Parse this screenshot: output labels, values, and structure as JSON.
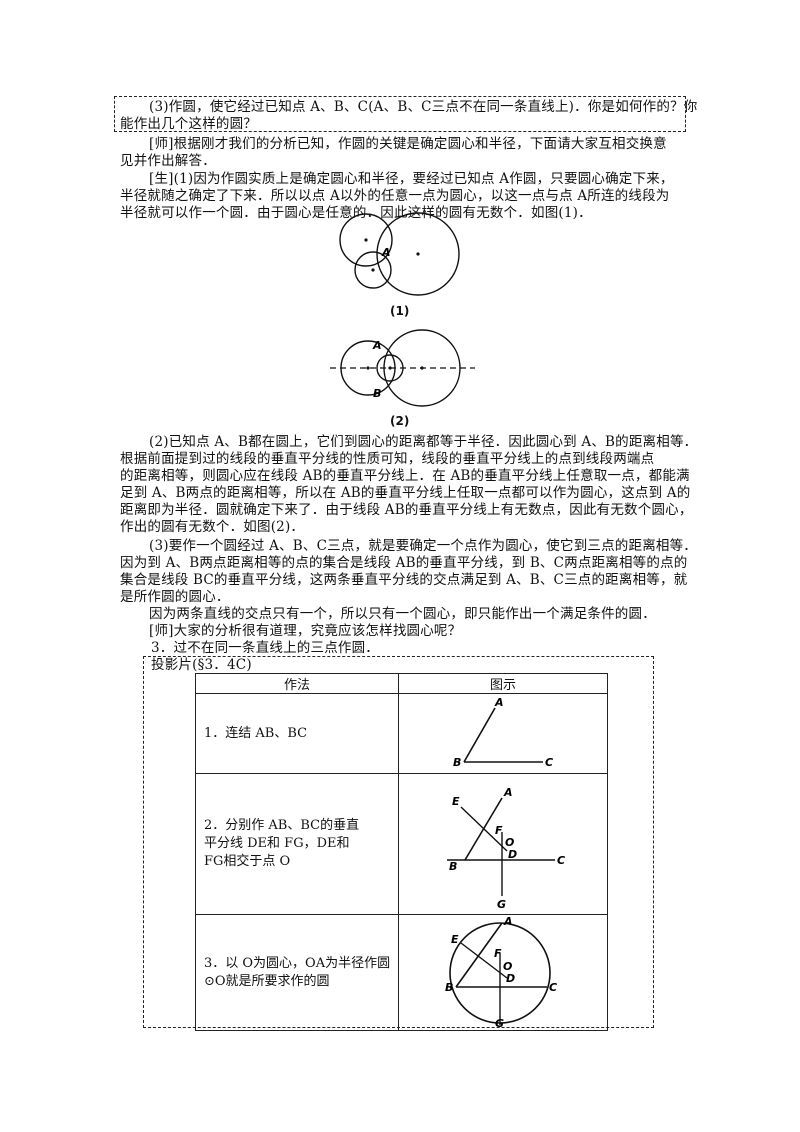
{
  "paragraphs": {
    "q3_line1": "(3)作圆，使它经过已知点 A、B、C(A、B、C三点不在同一条直线上)．你是如何作的？你",
    "q3_line2": "能作出几个这样的圆？",
    "teacher1_line1": "[师]根据刚才我们的分析已知，作圆的关键是确定圆心和半径，下面请大家互相交换意",
    "teacher1_line2": "见并作出解答．",
    "student_line1": "[生](1)因为作圆实质上是确定圆心和半径，要经过已知点 A作圆，只要圆心确定下来，",
    "student_line2": "半径就随之确定了下来．所以以点 A以外的任意一点为圆心，以这一点与点 A所连的线段为",
    "student_line3": "半径就可以作一个圆．由于圆心是任意的．因此这样的圆有无数个．如图(1)．",
    "ans2_line1": "(2)已知点 A、B都在圆上，它们到圆心的距离都等于半径．因此圆心到 A、B的距离相等．",
    "ans2_line2": "根据前面提到过的线段的垂直平分线的性质可知，线段的垂直平分线上的点到线段两端点",
    "ans2_line3": "的距离相等，则圆心应在线段 AB的垂直平分线上．在 AB的垂直平分线上任意取一点，都能满",
    "ans2_line4": "足到 A、B两点的距离相等，所以在 AB的垂直平分线上任取一点都可以作为圆心，这点到 A的",
    "ans2_line5": "距离即为半径．圆就确定下来了．由于线段 AB的垂直平分线上有无数点，因此有无数个圆心，",
    "ans2_line6": "作出的圆有无数个．如图(2)．",
    "ans3_line1": "(3)要作一个圆经过 A、B、C三点，就是要确定一个点作为圆心，使它到三点的距离相等．",
    "ans3_line2": "因为到 A、B两点距离相等的点的集合是线段 AB的垂直平分线，到 B、C两点距离相等的点的",
    "ans3_line3": "集合是线段 BC的垂直平分线，这两条垂直平分线的交点满足到 A、B、C三点的距离相等，就",
    "ans3_line4": "是所作圆的圆心．",
    "ans3_line5": "因为两条直线的交点只有一个，所以只有一个圆心，即只能作出一个满足条件的圆．",
    "teacher2": "[师]大家的分析很有道理，究竟应该怎样找圆心呢？",
    "section3": "3．过不在同一条直线上的三点作圆．",
    "projection": "投影片(§3．4C)"
  },
  "captions": {
    "fig1": "(1)",
    "fig2": "(2)"
  },
  "fig_labels": {
    "A": "A",
    "B": "B",
    "C": "C",
    "D": "D",
    "E": "E",
    "F": "F",
    "G": "G",
    "O": "O"
  },
  "table": {
    "header_method": "作法",
    "header_figure": "图示",
    "rows": [
      {
        "step": "1．连结 AB、BC"
      },
      {
        "step": "2．分别作 AB、BC的垂直\n平分线 DE和 FG，DE和\nFG相交于点 O"
      },
      {
        "step": "3．以 O为圆心，OA为半径作圆\n⊙O就是所要求作的圆"
      }
    ]
  }
}
